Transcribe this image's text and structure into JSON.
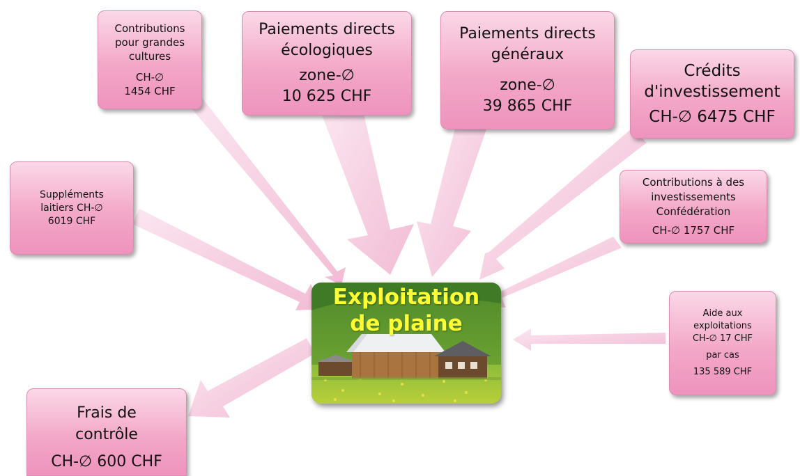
{
  "center": {
    "line1": "Exploitation",
    "line2": "de plaine"
  },
  "nodes": {
    "grandes_cultures": [
      "Contributions",
      "pour grandes",
      "cultures",
      "CH-∅",
      "1454 CHF"
    ],
    "ecologiques": [
      "Paiements directs",
      "écologiques",
      "zone-∅",
      "10 625 CHF"
    ],
    "generaux": [
      "Paiements directs",
      "généraux",
      "zone-∅",
      "39 865 CHF"
    ],
    "credits": [
      "Crédits",
      "d'investissement",
      "CH-∅  6475 CHF"
    ],
    "laitiers": [
      "Suppléments",
      "laitiers CH-∅",
      "6019 CHF"
    ],
    "investissements": [
      "Contributions à des",
      "investissements",
      "Confédération",
      "CH-∅ 1757 CHF"
    ],
    "aide": [
      "Aide aux",
      "exploitations",
      "CH-∅  17 CHF",
      "par cas",
      "135 589 CHF"
    ],
    "frais": [
      "Frais de",
      "contrôle",
      "CH-∅ 600 CHF"
    ]
  },
  "colors": {
    "box_top": "#fbd8e8",
    "box_bottom": "#ee93bd",
    "arrow": "#f6cde0",
    "title": "#ffff33"
  }
}
